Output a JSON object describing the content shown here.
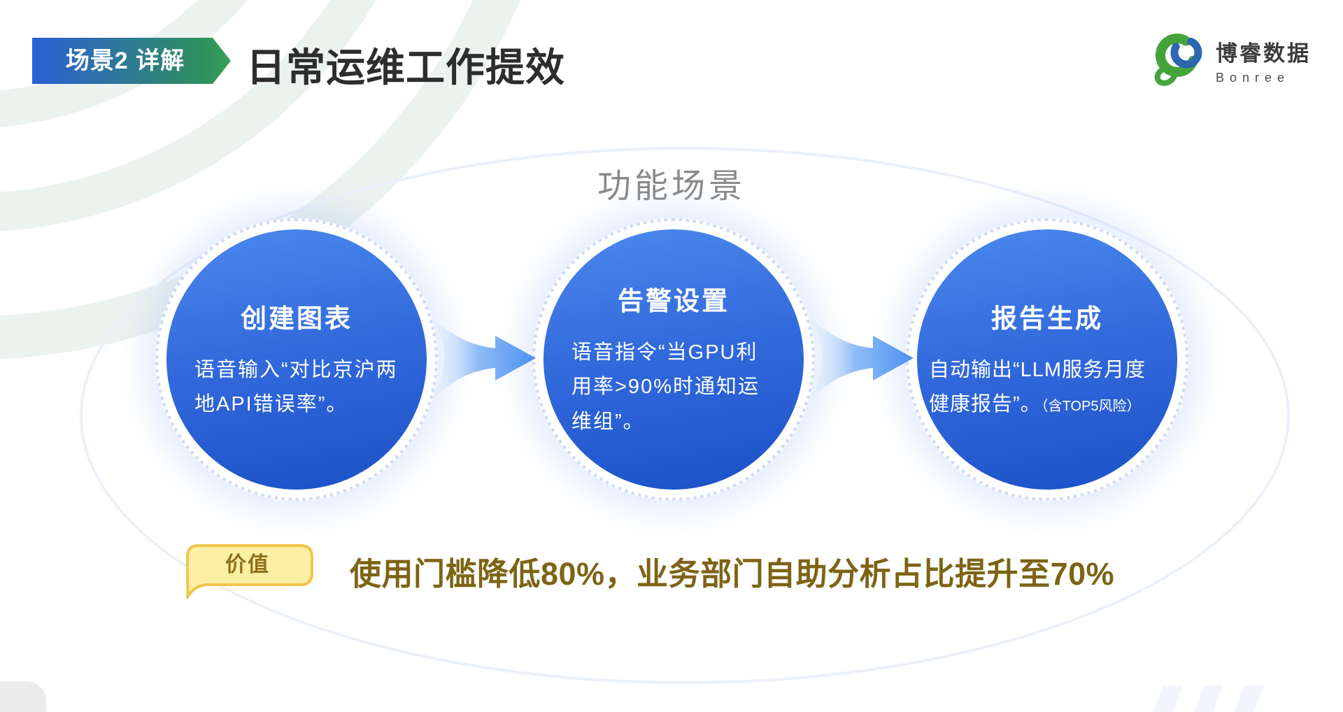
{
  "header": {
    "badge": "场景2 详解",
    "title": "日常运维工作提效"
  },
  "logo": {
    "name": "博睿数据",
    "sub": "Bonree"
  },
  "diagram": {
    "heading": "功能场景",
    "steps": [
      {
        "title": "创建图表",
        "desc": "语音输入“对比京沪两地API错误率”。"
      },
      {
        "title": "告警设置",
        "desc": "语音指令“当GPU利用率>90%时通知运维组”。"
      },
      {
        "title": "报告生成",
        "desc": "自动输出“LLM服务月度健康报告”。",
        "note": "（含TOP5风险）"
      }
    ]
  },
  "value": {
    "label": "价值",
    "text": "使用门槛降低80%，业务部门自助分析占比提升至70%"
  },
  "icons": {
    "nav_chevron": "›"
  },
  "colors": {
    "circle_gradient_top": "#4A87ED",
    "circle_gradient_bottom": "#1B51C7",
    "badge_gradient_left": "#2B5FD8",
    "badge_gradient_right": "#36A159",
    "arrow_blue": "#4D90EF",
    "dotted_ring": "#CFDCF3",
    "ellipse_line": "#EBF0FA",
    "gold_fill": "#FCEFA4",
    "gold_border": "#F2C54E",
    "gold_text": "#7D6414",
    "heading_gray": "#8A8A8A",
    "logo_green": "#45A33B",
    "logo_blue": "#2C66AE"
  }
}
